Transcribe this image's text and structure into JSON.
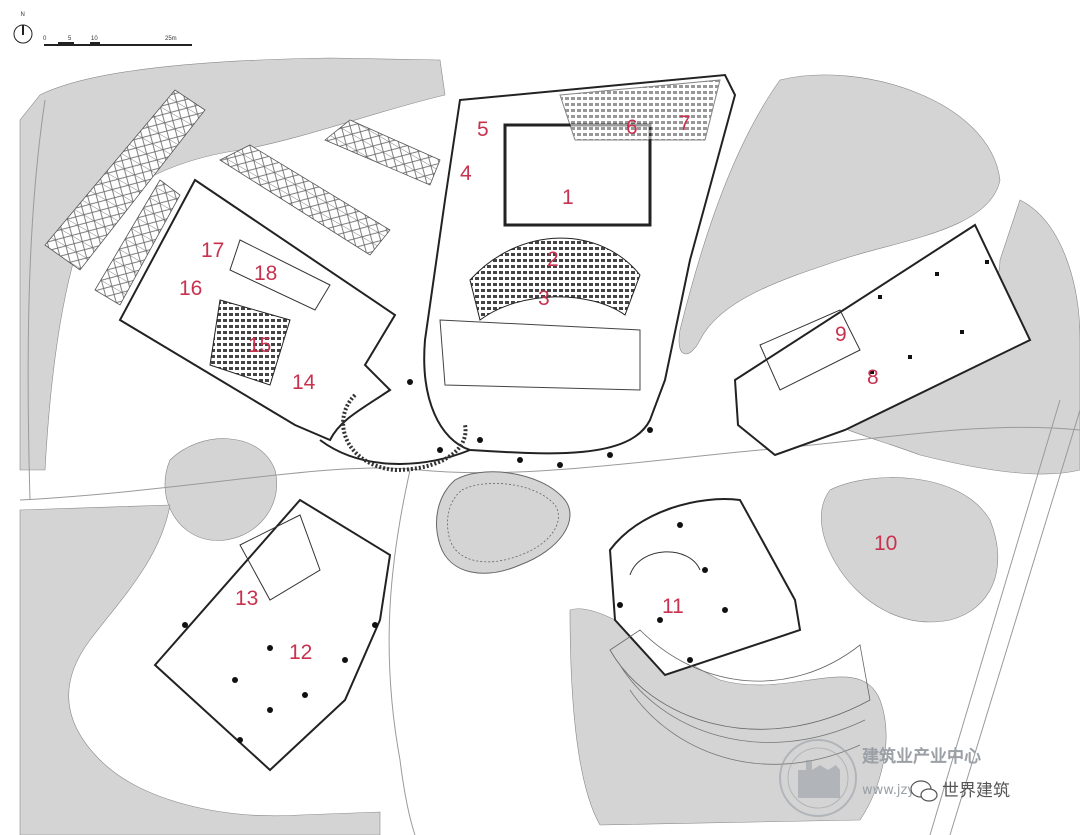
{
  "north": {
    "letter": "N"
  },
  "scale_bar": {
    "ticks": [
      "0",
      "5",
      "10",
      "25m"
    ]
  },
  "room_labels": [
    "1",
    "2",
    "3",
    "4",
    "5",
    "6",
    "7",
    "8",
    "9",
    "10",
    "11",
    "12",
    "13",
    "14",
    "15",
    "16",
    "17",
    "18"
  ],
  "watermark": {
    "line1": "建筑业产业中心",
    "line2": "www.jzy",
    "wechat": "世界建筑"
  },
  "colors": {
    "label": "#c8324e",
    "ground": "#d4d4d4",
    "wall": "#222222",
    "watermark": "#9aa0a6"
  },
  "icons": [
    "north-arrow-icon",
    "seal-icon",
    "wechat-icon"
  ]
}
